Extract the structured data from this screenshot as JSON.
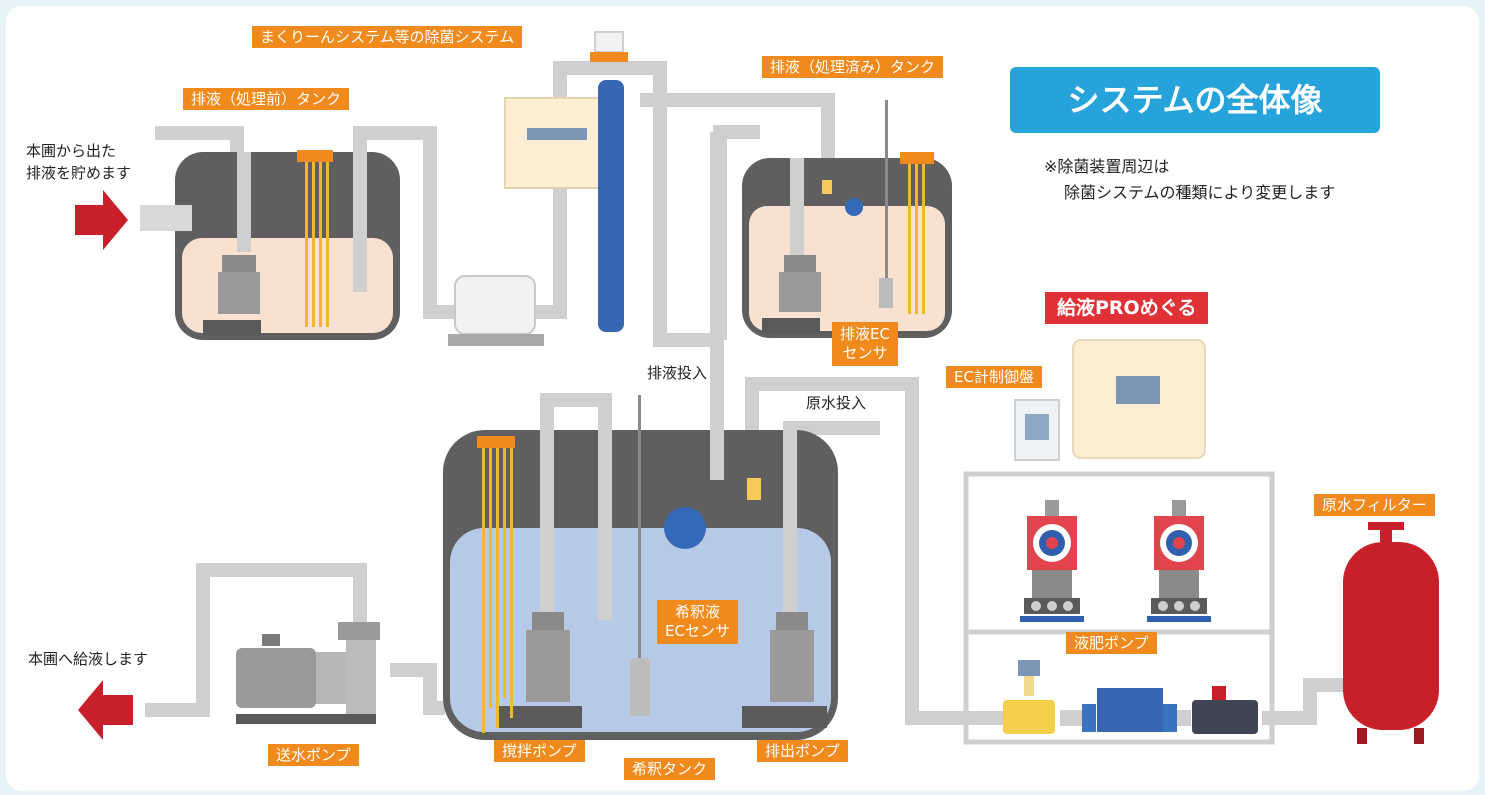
{
  "title": "システムの全体像",
  "note": {
    "line1": "※除菌装置周辺は",
    "line2": "除菌システムの種類により変更します"
  },
  "product_label": "給液PROめぐる",
  "labels": {
    "sterilization_system": "まくりーんシステム等の除菌システム",
    "untreated_tank": "排液（処理前）タンク",
    "treated_tank": "排液（処理済み）タンク",
    "drain_ec_sensor_l1": "排液EC",
    "drain_ec_sensor_l2": "センサ",
    "ec_control_panel": "EC計制御盤",
    "raw_water_filter": "原水フィルター",
    "liquid_fertilizer_pump": "液肥ポンプ",
    "diluted_ec_sensor_l1": "希釈液",
    "diluted_ec_sensor_l2": "ECセンサ",
    "water_supply_pump": "送水ポンプ",
    "agitation_pump": "撹拌ポンプ",
    "dilution_tank": "希釈タンク",
    "discharge_pump": "排出ポンプ"
  },
  "text": {
    "inflow_l1": "本圃から出た",
    "inflow_l2": "排液を貯めます",
    "outflow": "本圃へ給液します",
    "drain_input": "排液投入",
    "raw_water_input": "原水投入"
  },
  "colors": {
    "background": "#e6f4f7",
    "panel": "#ffffff",
    "label_orange": "#f08a1c",
    "title_blue": "#27a3dc",
    "product_red": "#e03236",
    "arrow_red": "#c8202a",
    "pipe_gray": "#cfcfcf",
    "tank_dark": "#5f5f5f",
    "drain_liquid": "#f9e1d2",
    "diluted_liquid": "#b6c9e6",
    "sensor_blue": "#3469b8",
    "filter_red": "#c8202a"
  }
}
